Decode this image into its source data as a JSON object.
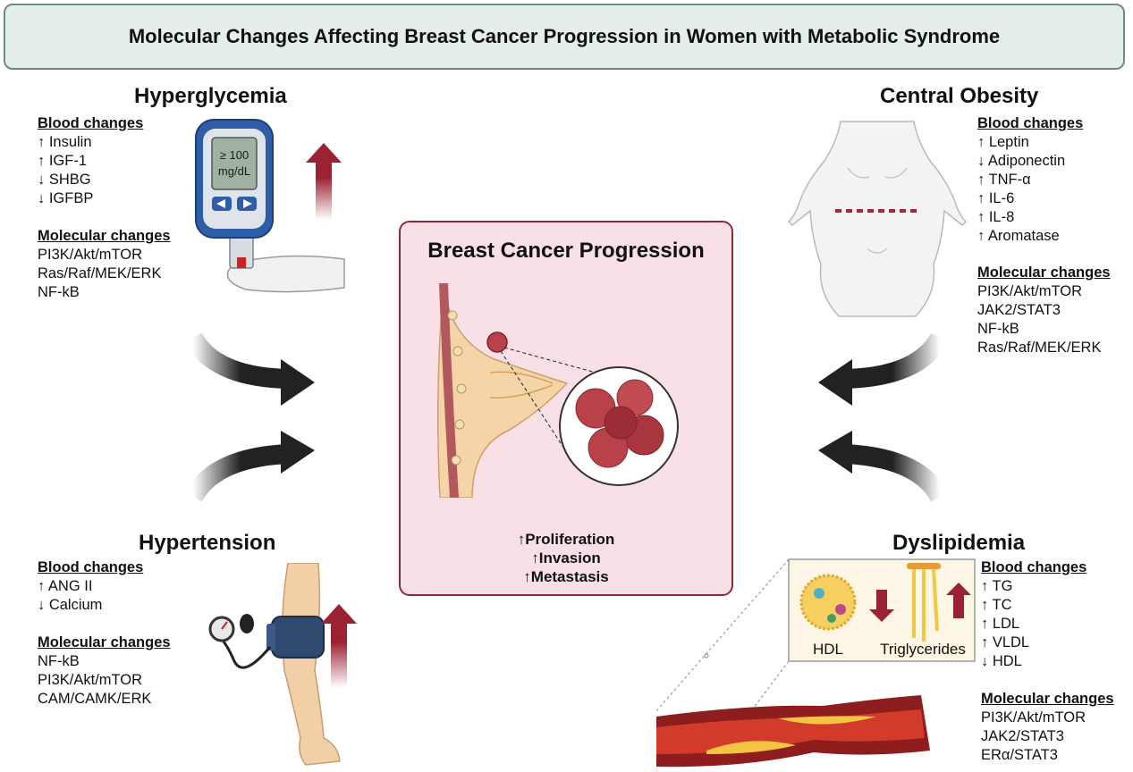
{
  "title": "Molecular Changes Affecting Breast Cancer Progression in Women with Metabolic Syndrome",
  "hyperglycemia": {
    "heading": "Hyperglycemia",
    "blood_title": "Blood changes",
    "blood": [
      "↑ Insulin",
      "↑ IGF-1",
      "↓ SHBG",
      "↓ IGFBP"
    ],
    "molecular_title": "Molecular changes",
    "molecular": [
      "PI3K/Akt/mTOR",
      "Ras/Raf/MEK/ERK",
      "NF-kB"
    ],
    "meter_line1": "≥ 100",
    "meter_line2": "mg/dL"
  },
  "central_obesity": {
    "heading": "Central Obesity",
    "blood_title": "Blood changes",
    "blood": [
      "↑ Leptin",
      "↓ Adiponectin",
      "↑ TNF-α",
      "↑ IL-6",
      "↑ IL-8",
      "↑ Aromatase"
    ],
    "molecular_title": "Molecular changes",
    "molecular": [
      "PI3K/Akt/mTOR",
      "JAK2/STAT3",
      "NF-kB",
      "Ras/Raf/MEK/ERK"
    ]
  },
  "hypertension": {
    "heading": "Hypertension",
    "blood_title": "Blood changes",
    "blood": [
      "↑ ANG II",
      "↓ Calcium"
    ],
    "molecular_title": "Molecular changes",
    "molecular": [
      "NF-kB",
      "PI3K/Akt/mTOR",
      "CAM/CAMK/ERK"
    ]
  },
  "dyslipidemia": {
    "heading": "Dyslipidemia",
    "blood_title": "Blood changes",
    "blood": [
      "↑ TG",
      "↑ TC",
      "↑ LDL",
      "↑ VLDL",
      "↓ HDL"
    ],
    "molecular_title": "Molecular changes",
    "molecular": [
      "PI3K/Akt/mTOR",
      "JAK2/STAT3",
      "ERα/STAT3"
    ],
    "inset_hdl": "HDL",
    "inset_tg": "Triglycerides"
  },
  "center": {
    "title": "Breast Cancer Progression",
    "effects": [
      "↑Proliferation",
      "↑Invasion",
      "↑Metastasis"
    ]
  },
  "colors": {
    "title_bg": "#e4eeea",
    "center_bg": "#f8e0e6",
    "center_border": "#8a2b3c",
    "up_arrow": "#9b2232",
    "tumor": "#b8414a"
  }
}
